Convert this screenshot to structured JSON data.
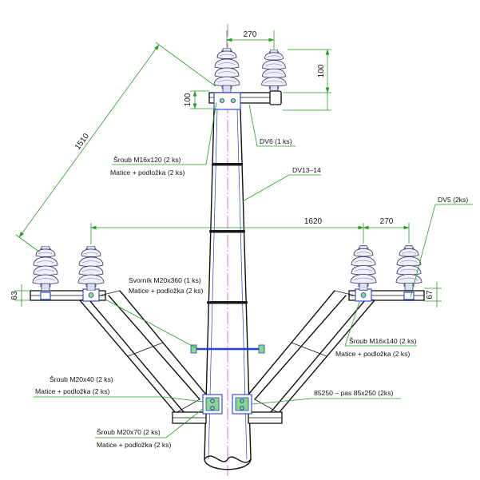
{
  "colors": {
    "outline": "#111111",
    "dimension": "#22a022",
    "part": "#2340d0",
    "centerline": "#e13be1",
    "insulator_fill": "#eef1fb"
  },
  "dimensions": {
    "top_insulator_spacing": "270",
    "top_insulator_height": "100",
    "top_crossarm_height": "100",
    "diagonal_clearance": "1510",
    "lower_span": "1620",
    "lower_insulator_spacing": "270",
    "left_plate_height": "63",
    "right_plate_height": "67"
  },
  "parts": {
    "dv6": "DV6 (1 ks)",
    "screw_m16x120": "Šroub M16x120 (2 ks)",
    "screw_m16x120_nuts": "Matice + podložka (2 ks)",
    "dv13_14": "DV13–14",
    "dv5": "DV5 (2ks)",
    "bolt_m20x360": "Svorník M20x360 (1 ks)",
    "bolt_m20x360_nuts": "Matice + podložka (2 ks)",
    "screw_m16x140": "Šroub M16x140 (2 ks)",
    "screw_m16x140_nuts": "Matice + podložka (2 ks)",
    "screw_m20x40": "Šroub M20x40 (2 ks)",
    "screw_m20x40_nuts": "Matice + podložka (2 ks)",
    "band_85250": "85250 – pas 85x250 (2ks)",
    "screw_m20x70": "Šroub M20x70 (2 ks)",
    "screw_m20x70_nuts": "Matice + podložka (2 ks)"
  }
}
